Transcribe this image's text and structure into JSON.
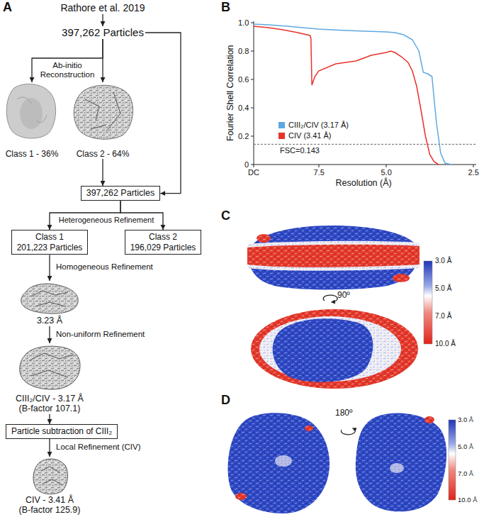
{
  "diagram": {
    "nodes": [
      {
        "text": [
          "Rathore et al. 2019"
        ]
      },
      {
        "text": [
          "397,262 Particles"
        ]
      },
      {
        "text": [
          "Class 1 - 36%"
        ]
      },
      {
        "text": [
          "Class 2 - 64%"
        ]
      },
      {
        "text": [
          "397,262 Particles"
        ]
      },
      {
        "text": [
          "Class 1",
          "201,223 Particles"
        ]
      },
      {
        "text": [
          "Class 2",
          "196,029 Particles"
        ]
      },
      {
        "text": [
          "3.23 Å"
        ]
      },
      {
        "text": [
          "CIII₂/CIV - 3.17 Å",
          "(B-factor 107.1)"
        ]
      },
      {
        "text": [
          "Particle subtraction of CIII₂"
        ]
      },
      {
        "text": [
          "CIV - 3.41 Å",
          "(B-factor 125.9)"
        ]
      }
    ],
    "edges": [
      {
        "from": 0,
        "to": 1,
        "arrow": "to"
      },
      {
        "from": 1,
        "to": 2,
        "label": "Ab-initio Reconstruction",
        "arrow": "to"
      },
      {
        "from": 1,
        "to": 3,
        "arrow": "to"
      },
      {
        "from": 1,
        "to": 4,
        "arrow": "to"
      },
      {
        "from": 3,
        "to": 4,
        "arrow": "to"
      },
      {
        "from": 4,
        "to": 5,
        "label": "Heterogeneous Refinement",
        "arrow": "to"
      },
      {
        "from": 4,
        "to": 6,
        "arrow": "to"
      },
      {
        "from": 5,
        "to": 7,
        "label": "Homogeneous Refinement",
        "arrow": "to"
      },
      {
        "from": 7,
        "to": 8,
        "label": "Non-uniform Refinement",
        "arrow": "to"
      },
      {
        "from": 8,
        "to": 9,
        "arrow": "to"
      },
      {
        "from": 9,
        "to": 10,
        "label": "Local Refinement (CIV)",
        "arrow": "to"
      }
    ],
    "labels": [
      "A",
      "B",
      "C",
      "D",
      "Fourier Shell Correlation",
      "1.0",
      "0.8",
      "0.6",
      "0.4",
      "0.2",
      "0",
      "DC",
      "7.5",
      "5.0",
      "2.5",
      "Resolution (Å)",
      "FSC=0.143",
      "90º",
      "3.0 Å",
      "5.0 Å",
      "7.0 Å",
      "10.0 Å",
      "180º",
      "3.0 Å",
      "5.0 Å",
      "7.0 Å",
      "10.0 Å"
    ],
    "legend": [
      {
        "text": "CIII₂/CIV (3.17 Å)",
        "color": "#5fa8e0"
      },
      {
        "text": "CIV (3.41 Å)",
        "color": "#e8322b"
      }
    ]
  }
}
